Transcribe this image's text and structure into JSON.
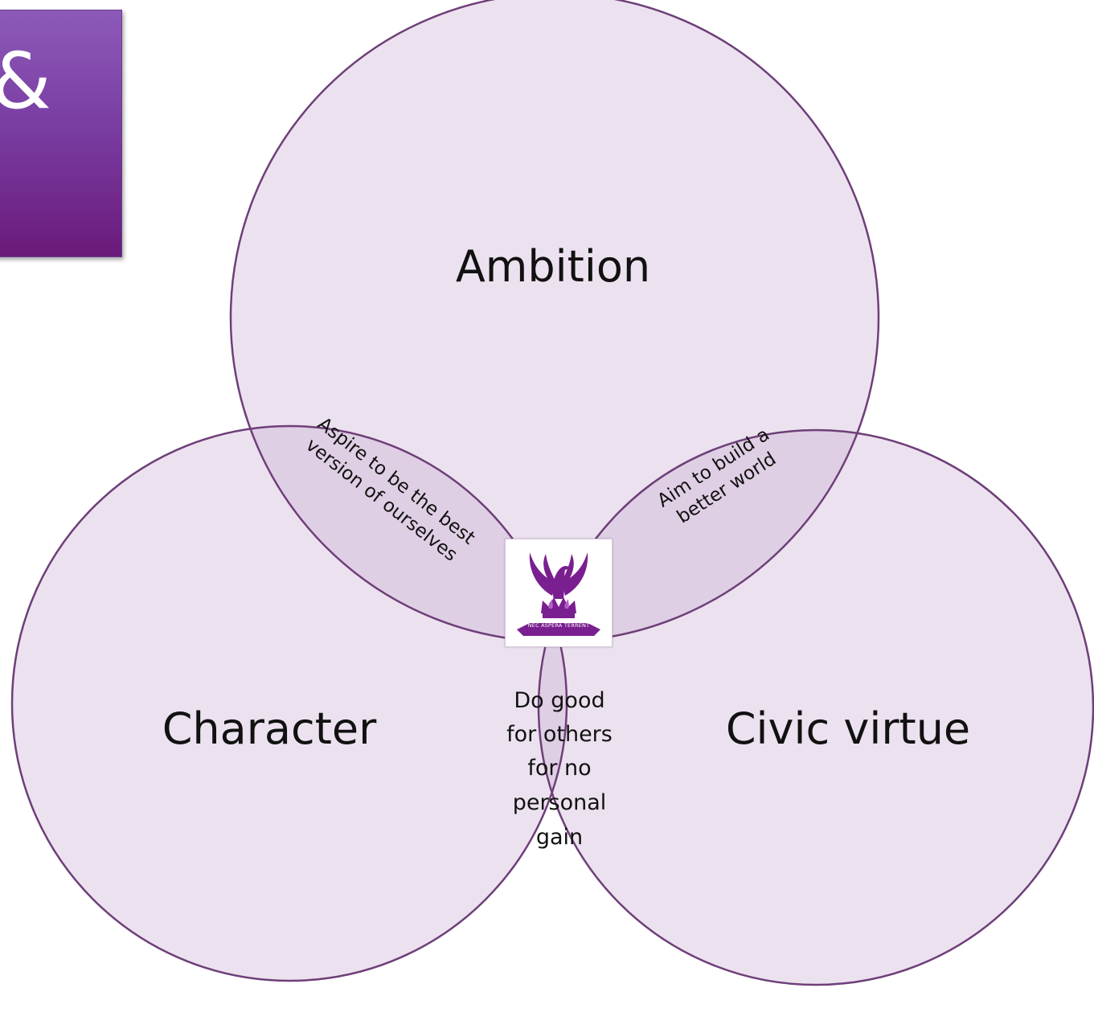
{
  "corner_tile": {
    "glyph": "&"
  },
  "colors": {
    "circle_fill": "#ece2ef",
    "overlap_fill": "#dfcfe4",
    "center_fill": "#d5c0dc",
    "stroke": "#6e3f79",
    "crest_purple": "#7a1f8f"
  },
  "circles": [
    {
      "label": "Ambition"
    },
    {
      "label": "Character"
    },
    {
      "label": "Civic virtue"
    }
  ],
  "overlaps": {
    "ambition_character": [
      "Aspire to be the best",
      "version of ourselves"
    ],
    "ambition_civic": [
      "Aim to build a",
      "better world"
    ],
    "character_civic": [
      "Do good",
      "for others",
      "for no",
      "personal",
      "gain"
    ]
  },
  "crest": {
    "motto": "NEC ASPERA TERRENT",
    "icon": "phoenix-crest-icon"
  }
}
